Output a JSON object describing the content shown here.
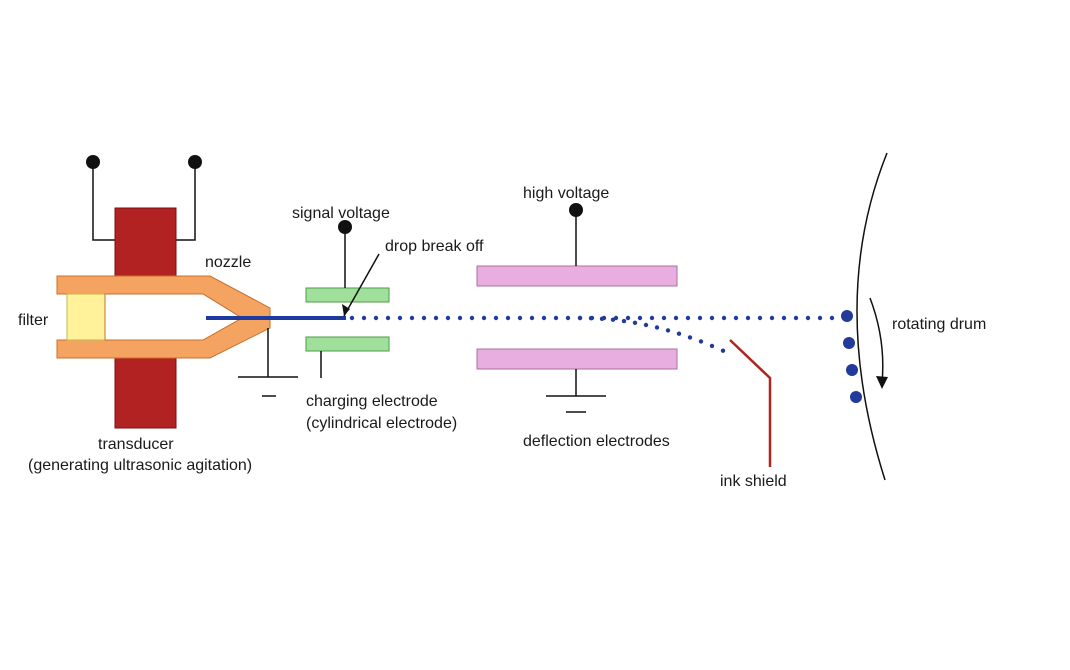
{
  "labels": {
    "filter": "filter",
    "nozzle": "nozzle",
    "transducer_line1": "transducer",
    "transducer_line2": "(generating ultrasonic agitation)",
    "signal_voltage": "signal voltage",
    "drop_break_off": "drop break off",
    "charging_line1": "charging electrode",
    "charging_line2": "(cylindrical electrode)",
    "high_voltage": "high voltage",
    "deflection_electrodes": "deflection electrodes",
    "ink_shield": "ink shield",
    "rotating_drum": "rotating drum"
  },
  "colors": {
    "nozzle_body": "#f4a460",
    "transducer": "#b22222",
    "filter": "#fff29a",
    "charging_electrode": "#9fe09a",
    "deflection_electrode": "#e8aee0",
    "ink_jet": "#1c3aa0",
    "droplet": "#223b9a",
    "ink_shield": "#b0251d",
    "wire": "#1a1a1a"
  }
}
